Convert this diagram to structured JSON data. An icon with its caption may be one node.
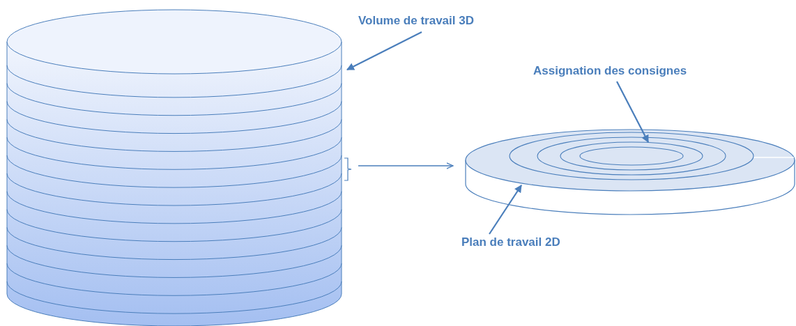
{
  "diagram": {
    "nodes": [
      {
        "text": [
          "Volume de travail 3D"
        ]
      },
      {
        "text": [],
        "shape": "cylinder"
      },
      {
        "text": [],
        "shape": "bracket"
      },
      {
        "text": [],
        "shape": "cylinder"
      },
      {
        "text": [
          "Assignation des consignes"
        ]
      },
      {
        "text": [
          "Plan de travail 2D"
        ]
      }
    ],
    "edges": [
      {
        "from": 0,
        "to": 1,
        "arrow": "to"
      },
      {
        "from": 2,
        "to": 3,
        "arrow": "to"
      },
      {
        "from": 4,
        "to": 3,
        "arrow": "to"
      },
      {
        "from": 5,
        "to": 3,
        "arrow": "to"
      }
    ]
  }
}
